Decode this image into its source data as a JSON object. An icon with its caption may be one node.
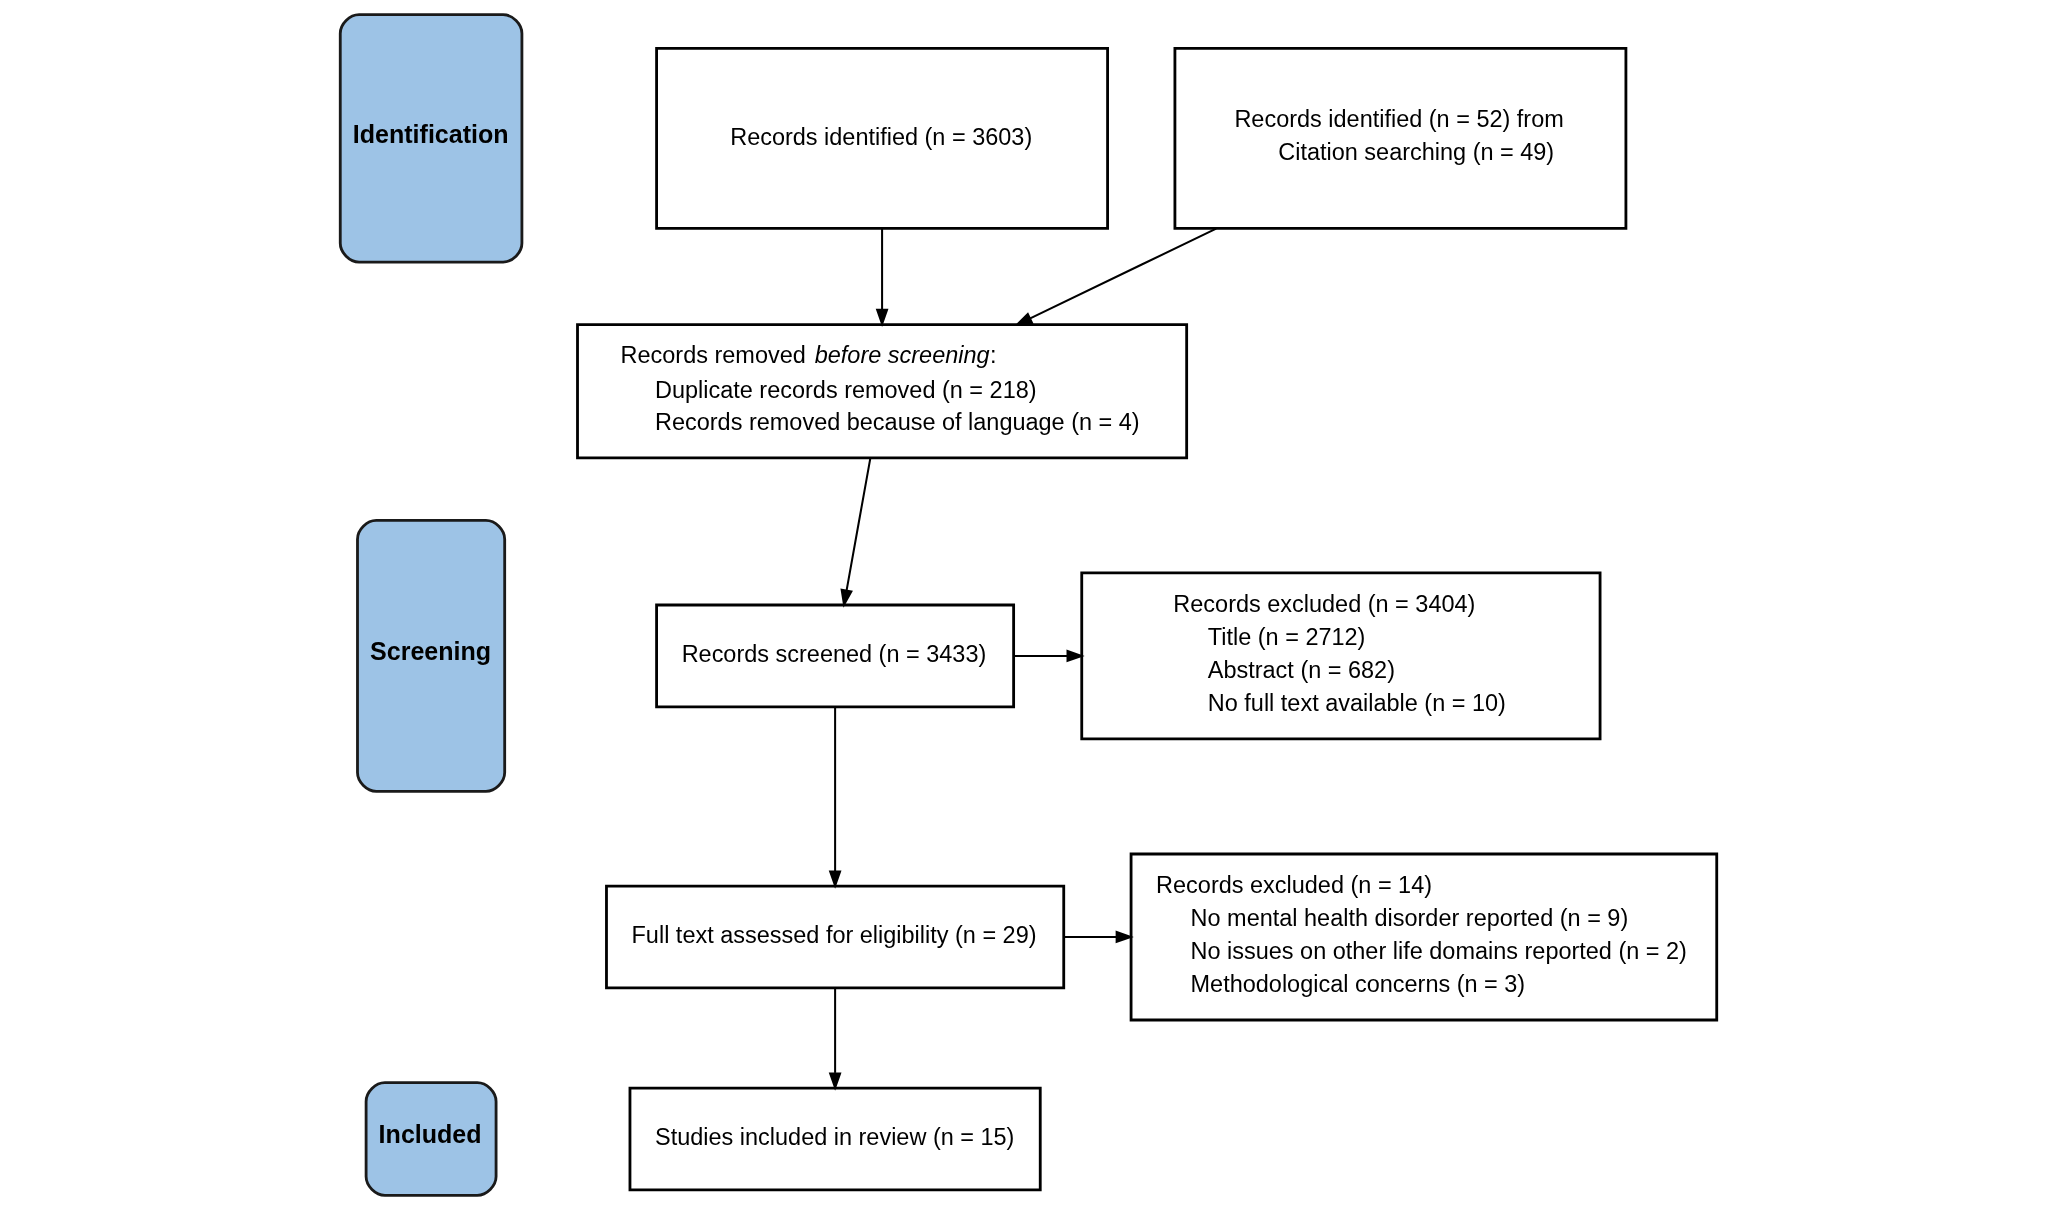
{
  "diagram": {
    "nodes": [
      {
        "text": [
          "Identification"
        ]
      },
      {
        "text": [
          "Records identified (n = 3603)"
        ]
      },
      {
        "text": [
          "Records identified (n = 52) from",
          "Citation searching (n = 49)"
        ]
      },
      {
        "text": [
          "Records removed *before screening*:",
          "Duplicate records removed (n = 218)",
          "Records removed because of language (n = 4)"
        ]
      },
      {
        "text": [
          "Screening"
        ]
      },
      {
        "text": [
          "Records screened (n = 3433)"
        ]
      },
      {
        "text": [
          "Records excluded (n = 3404)",
          "Title (n = 2712)",
          "Abstract (n = 682)",
          "No full text available (n = 10)"
        ]
      },
      {
        "text": [
          "Full text assessed for eligibility (n = 29)"
        ]
      },
      {
        "text": [
          "Records excluded (n = 14)",
          "No mental health disorder reported (n = 9)",
          "No issues on other life domains reported (n = 2)",
          "Methodological concerns (n = 3)"
        ]
      },
      {
        "text": [
          "Included"
        ]
      },
      {
        "text": [
          "Studies included in review (n = 15)"
        ]
      }
    ],
    "edges": [
      {
        "from": 1,
        "to": 3,
        "arrow": "to"
      },
      {
        "from": 2,
        "to": 3,
        "arrow": "to"
      },
      {
        "from": 3,
        "to": 5,
        "arrow": "to"
      },
      {
        "from": 5,
        "to": 6,
        "arrow": "to"
      },
      {
        "from": 5,
        "to": 7,
        "arrow": "to"
      },
      {
        "from": 7,
        "to": 8,
        "arrow": "to"
      },
      {
        "from": 7,
        "to": 10,
        "arrow": "to"
      }
    ]
  }
}
